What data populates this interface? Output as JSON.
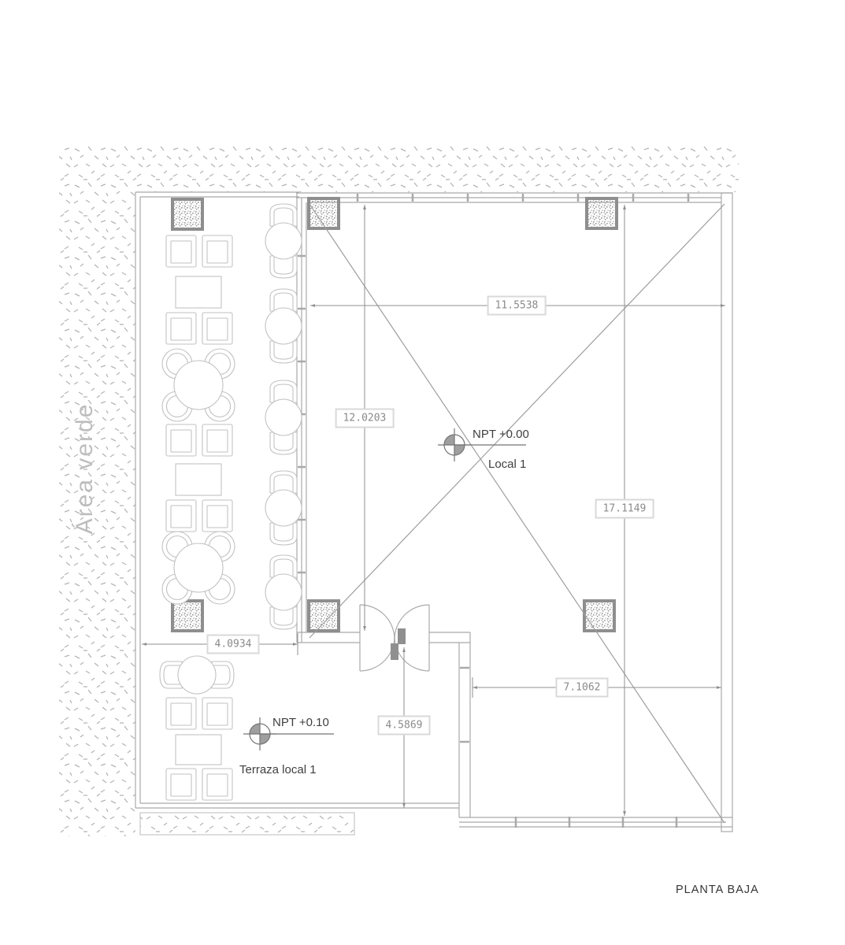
{
  "drawing": {
    "title": "PLANTA BAJA",
    "green_area_label": "Área verde",
    "rooms": [
      {
        "name": "Local 1",
        "level": "NPT +0.00"
      },
      {
        "name": "Terraza local 1",
        "level": "NPT +0.10"
      }
    ],
    "dimensions": {
      "local1_top_width": "11.5538",
      "local1_left_height": "12.0203",
      "local1_right_height": "17.1149",
      "terrace_top_width": "4.0934",
      "local1_bottom_width": "7.1062",
      "terrace_left_height": "4.5869"
    },
    "colors": {
      "wall-line": "#a9a9a9",
      "furniture-line": "#c2c2c2",
      "dim-line": "#8f8f8f",
      "dim-text": "#8a8a8a",
      "label-text": "#3f3f3f",
      "title-text": "#363636",
      "green-text": "#bdbdbd",
      "stipple": "#b5b5b5"
    }
  }
}
